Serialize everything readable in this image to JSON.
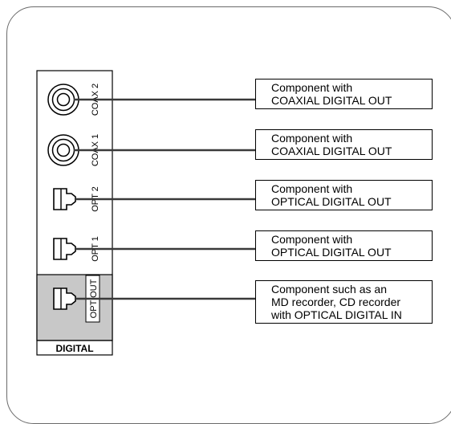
{
  "panel": {
    "title": "DIGITAL",
    "shaded_color": "#c8c8c8",
    "jacks": [
      {
        "type": "coaxial",
        "label": "COAX 2",
        "icon": "coaxial-jack-icon"
      },
      {
        "type": "coaxial",
        "label": "COAX 1",
        "icon": "coaxial-jack-icon"
      },
      {
        "type": "optical",
        "label": "OPT 2",
        "icon": "optical-jack-icon"
      },
      {
        "type": "optical",
        "label": "OPT 1",
        "icon": "optical-jack-icon"
      },
      {
        "type": "optical",
        "label": "OPT OUT",
        "icon": "optical-jack-icon"
      }
    ]
  },
  "components": [
    {
      "line1": "Component with",
      "line2": "COAXIAL DIGITAL OUT"
    },
    {
      "line1": "Component with",
      "line2": "COAXIAL DIGITAL OUT"
    },
    {
      "line1": "Component with",
      "line2": "OPTICAL DIGITAL OUT"
    },
    {
      "line1": "Component with",
      "line2": "OPTICAL DIGITAL OUT"
    },
    {
      "line1": "Component such as an",
      "line2": "MD recorder, CD recorder",
      "line3": "with OPTICAL DIGITAL IN"
    }
  ]
}
